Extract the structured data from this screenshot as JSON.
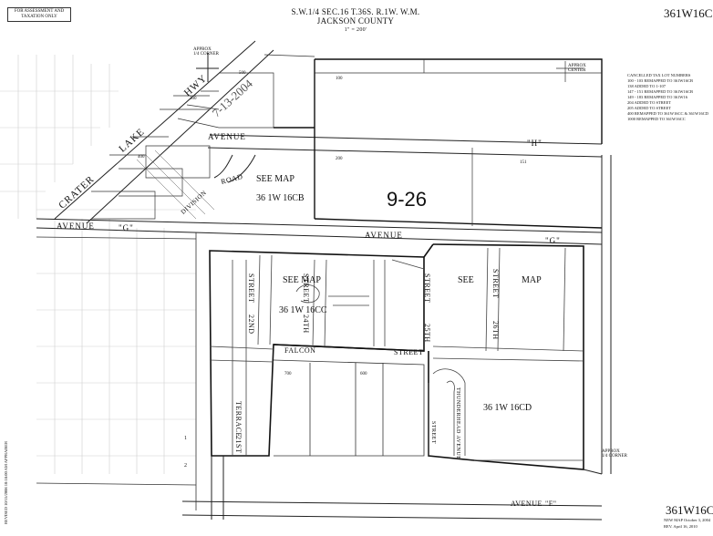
{
  "header": {
    "disclaimer": "FOR ASSESSMENT AND TAXATION ONLY",
    "line1": "S.W.1/4 SEC.16 T.36S. R.1W. W.M.",
    "line2": "JACKSON COUNTY",
    "scale": "1\" = 200'",
    "map_number": "361W16C"
  },
  "labels": {
    "crater": "CRATER",
    "lake": "LAKE",
    "hwy": "HWY",
    "date_stamp": "7-13-2004",
    "avenue_h": "AVENUE",
    "h_letter": "\"H\"",
    "avenue_g_left": "AVENUE",
    "g_left": "\"G\"",
    "avenue_g_mid": "AVENUE",
    "g_mid": "\"G\"",
    "road": "ROAD",
    "division": "DIVISION",
    "falcon": "FALCON",
    "street_falcon": "STREET",
    "st_22nd": "22ND",
    "st_22nd_street": "STREET",
    "st_24th": "24TH",
    "st_24th_street": "STREET",
    "st_25th": "25TH",
    "st_25th_street": "STREET",
    "st_26th": "26TH",
    "st_26th_street": "STREET",
    "terrace": "TERRACE",
    "terrace_prefix": "21ST",
    "thunderhead": "THUNDERHEAD AVENUE",
    "ave_bottom": "AVENUE",
    "ave_bottom_f": "\"F\"",
    "big_number": "9-26",
    "see_map_1": "SEE MAP",
    "map_ref_1": "36 1W 16CB",
    "see_map_2": "SEE MAP",
    "map_ref_2": "36 1W 16CC",
    "see_3": "SEE",
    "map_3": "MAP",
    "map_ref_4": "36 1W 16CD",
    "approx": "APPROX",
    "corner": "1/4 CORNER",
    "approx2": "APPROX",
    "corner2": "1/4 CORNER",
    "approx3": "APPROX",
    "center": "CENTER"
  },
  "parcel_numbers": {
    "p100": "100",
    "p200": "200",
    "p151": "151",
    "p700": "700",
    "p600": "600",
    "p300": "300",
    "p400": "400",
    "p500": "500",
    "p1": "1",
    "p2": "2"
  },
  "legend": {
    "title": "CANCELLED TAX LOT NUMBERS",
    "lines": [
      "100 - 103 REMAPPED TO 361W16CB",
      "138 ADDED TO 1-107",
      "147 - 151 REMAPPED TO 361W16CB",
      "149 - 183 REMAPPED TO 361W16",
      "204 ADDED TO STREET",
      "205 ADDED TO STREET",
      "400 REMAPPED TO 361W16CC & 361W16CD",
      "1000 REMAPPED TO 361W16CC"
    ]
  },
  "footer": {
    "map_number": "361W16C",
    "revised": "NEW MAP October 3, 2004",
    "rev": "REV. April 16, 2010",
    "vertical_left": "REVISED 10/15/2008 10:18:00 AM APPRAISER"
  }
}
